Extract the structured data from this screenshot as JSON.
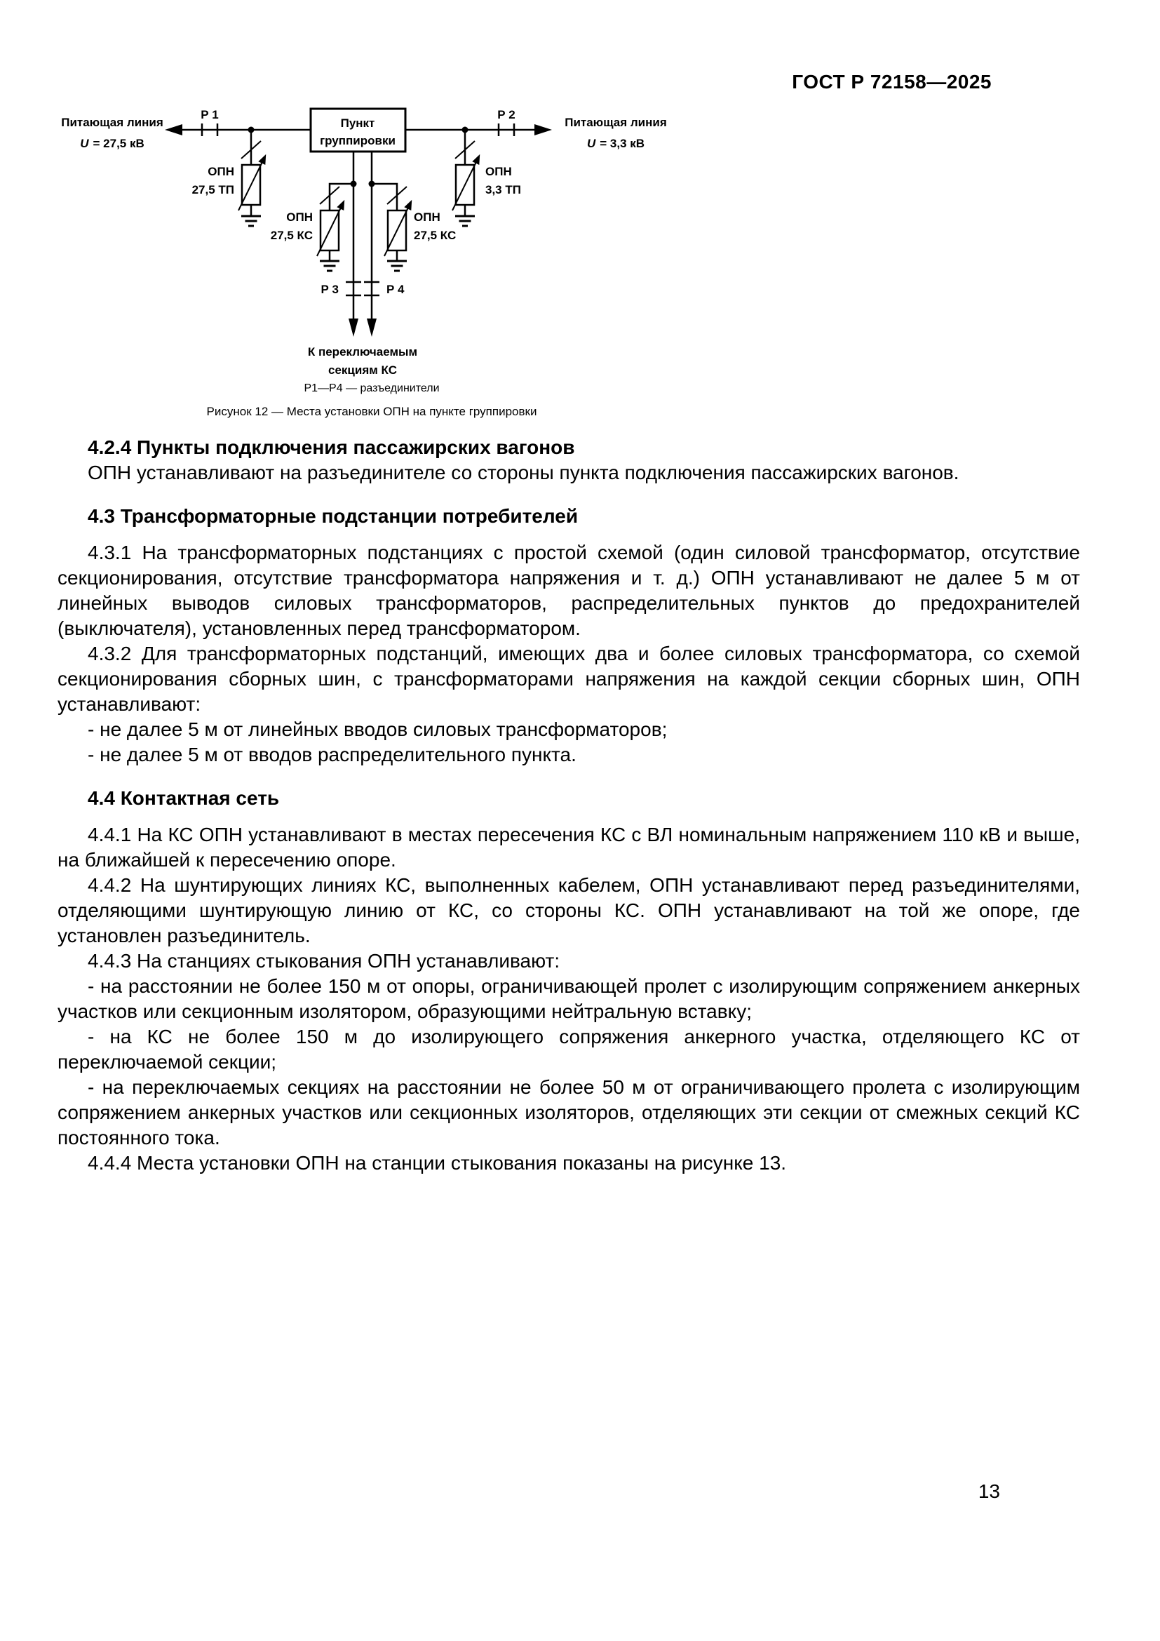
{
  "page": {
    "header": "ГОСТ Р 72158—2025",
    "number": "13"
  },
  "figure": {
    "feed_left": {
      "line1": "Питающая линия",
      "u": "U",
      "value": "= 27,5 кВ"
    },
    "feed_right": {
      "line1": "Питающая линия",
      "u": "U",
      "value": "= 3,3 кВ"
    },
    "box": {
      "line1": "Пункт",
      "line2": "группировки"
    },
    "disconnectors": {
      "p1": "Р 1",
      "p2": "Р 2",
      "p3": "Р 3",
      "p4": "Р 4"
    },
    "arrester_tp_left": {
      "line1": "ОПН",
      "line2": "27,5 ТП"
    },
    "arrester_tp_right": {
      "line1": "ОПН",
      "line2": "3,3 ТП"
    },
    "arrester_ks_left": {
      "line1": "ОПН",
      "line2": "27,5 КС"
    },
    "arrester_ks_right": {
      "line1": "ОПН",
      "line2": "27,5 КС"
    },
    "output": {
      "line1": "К переключаемым",
      "line2": "секциям КС"
    },
    "legend": "Р1—Р4 — разъединители",
    "caption": "Рисунок 12 — Места установки ОПН на пункте группировки"
  },
  "content": {
    "blocks": [
      {
        "type": "heading",
        "text": "4.2.4 Пункты подключения пассажирских вагонов"
      },
      {
        "type": "paragraph",
        "text": "ОПН устанавливают на разъединителе со стороны пункта подключения пассажирских вагонов."
      },
      {
        "type": "heading",
        "text": "4.3 Трансформаторные подстанции потребителей"
      },
      {
        "type": "paragraph",
        "text": "4.3.1 На трансформаторных подстанциях с простой схемой (один силовой трансформатор, отсутствие секционирования, отсутствие трансформатора напряжения и т. д.) ОПН устанавливают не далее 5 м от линейных выводов силовых трансформаторов, распределительных пунктов до предохранителей (выключателя), установленных перед трансформатором."
      },
      {
        "type": "paragraph",
        "text": "4.3.2 Для трансформаторных подстанций, имеющих два и более силовых трансформатора, со схемой секционирования сборных шин, с трансформаторами напряжения на каждой секции сборных шин, ОПН устанавливают:"
      },
      {
        "type": "list_item",
        "text": "- не далее 5 м от линейных вводов силовых трансформаторов;"
      },
      {
        "type": "list_item",
        "text": "- не далее 5 м от вводов распределительного пункта."
      },
      {
        "type": "heading",
        "text": "4.4 Контактная сеть"
      },
      {
        "type": "paragraph",
        "text": "4.4.1 На КС ОПН устанавливают в местах пересечения КС с ВЛ номинальным напряжением 110 кВ и выше, на ближайшей к пересечению опоре."
      },
      {
        "type": "paragraph",
        "text": "4.4.2 На шунтирующих линиях КС, выполненных кабелем, ОПН устанавливают перед разъединителями, отделяющими шунтирующую линию от КС, со стороны КС. ОПН устанавливают на той же опоре, где установлен разъединитель."
      },
      {
        "type": "paragraph",
        "text": "4.4.3 На станциях стыкования ОПН устанавливают:"
      },
      {
        "type": "list_item",
        "text": "- на расстоянии не более 150 м от опоры, ограничивающей пролет с изолирующим сопряжением анкерных участков или секционным изолятором, образующими нейтральную вставку;"
      },
      {
        "type": "list_item",
        "text": "- на КС не более 150 м до изолирующего сопряжения анкерного участка, отделяющего КС от переключаемой секции;"
      },
      {
        "type": "list_item",
        "text": "- на переключаемых секциях на расстоянии не более 50 м от ограничивающего пролета с изолирующим сопряжением анкерных участков или секционных изоляторов, отделяющих эти секции от смежных секций КС постоянного тока."
      },
      {
        "type": "paragraph",
        "text": "4.4.4 Места установки ОПН на станции стыкования показаны на рисунке 13."
      }
    ]
  }
}
